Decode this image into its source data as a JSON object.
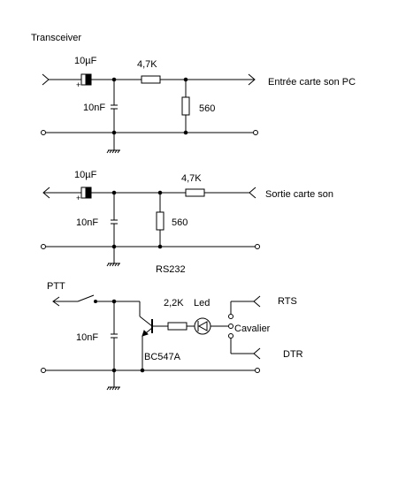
{
  "labels": {
    "transceiver": "Transceiver",
    "sec1_cap_top": "10µF",
    "sec1_res_series": "4,7K",
    "sec1_cap_shunt": "10nF",
    "sec1_res_shunt": "560",
    "sec1_output": "Entrée carte son PC",
    "sec2_cap_top": "10µF",
    "sec2_res_series": "4,7K",
    "sec2_cap_shunt": "10nF",
    "sec2_res_shunt": "560",
    "sec2_output": "Sortie carte son",
    "rs232": "RS232",
    "ptt": "PTT",
    "sec3_res": "2,2K",
    "led": "Led",
    "rts": "RTS",
    "cavalier": "Cavalier",
    "dtr": "DTR",
    "sec3_cap": "10nF",
    "transistor": "BC547A",
    "plus_sign": "+"
  }
}
